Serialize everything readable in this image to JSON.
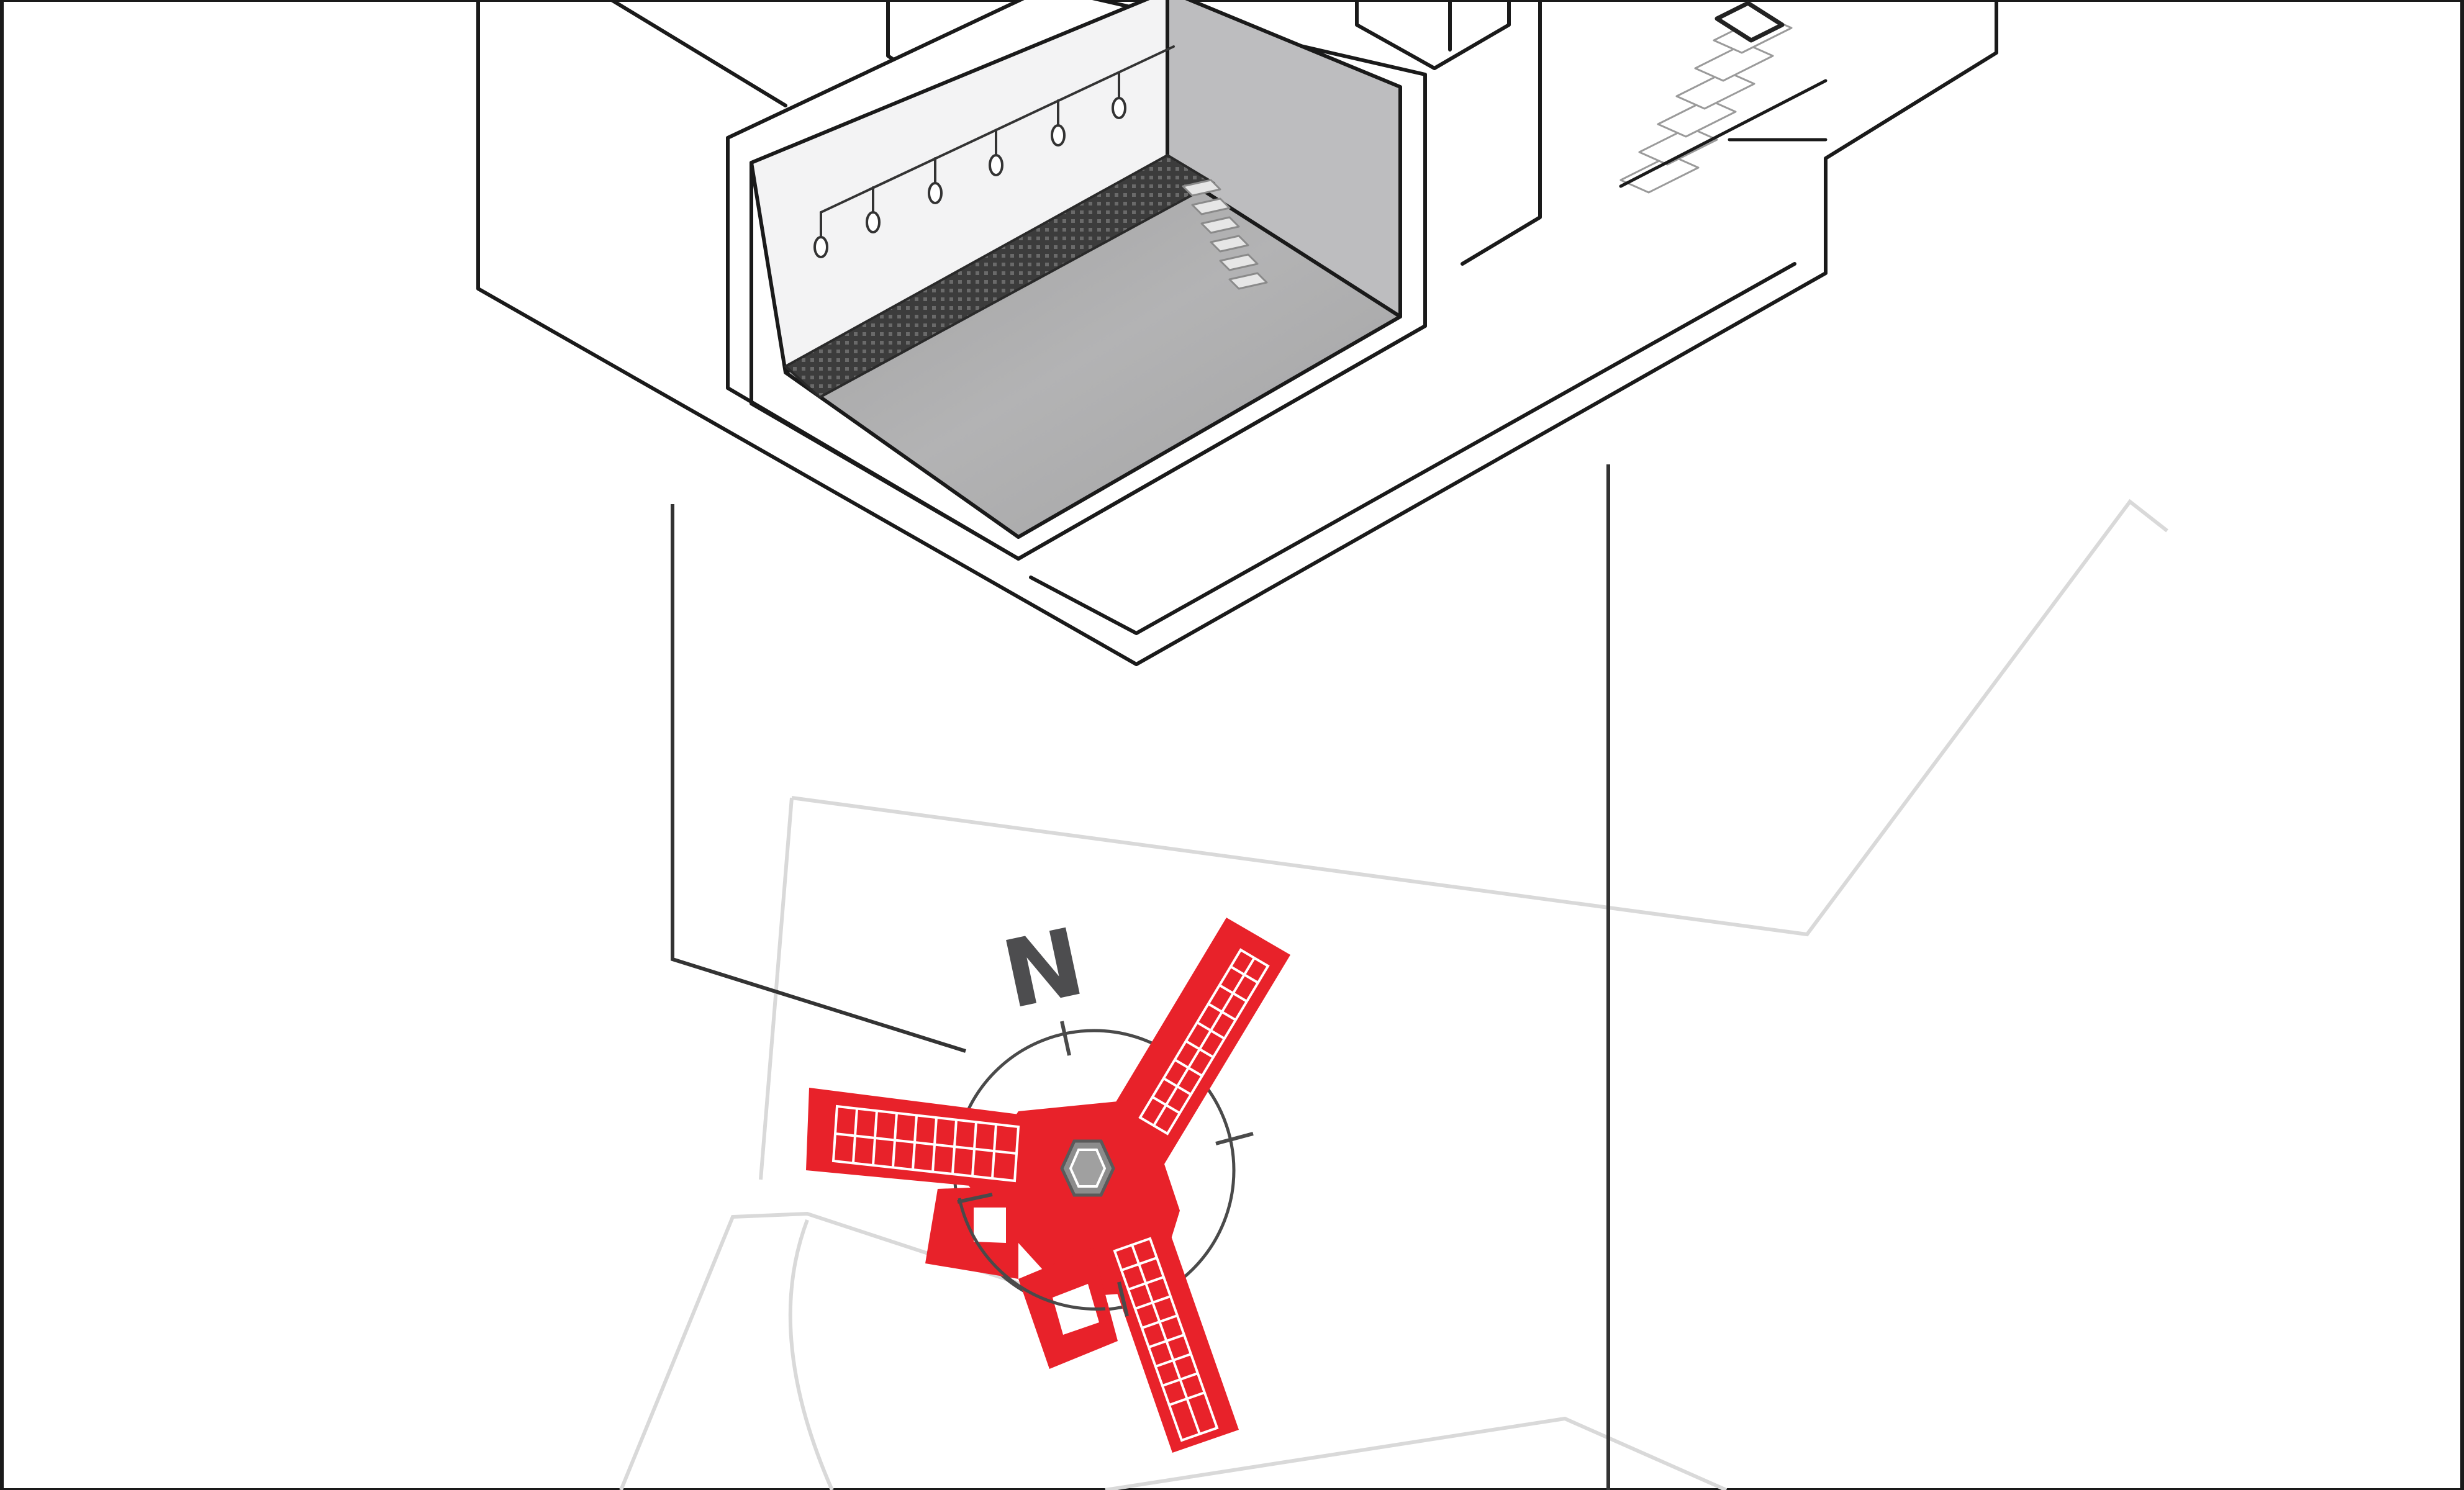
{
  "compass": {
    "north_label": "N"
  },
  "colors": {
    "background": "#ffffff",
    "ink": "#1a1a1a",
    "wall_light": "#f3f3f4",
    "wall_mid": "#bdbdbf",
    "floor": "#a9a9aa",
    "floor_dark": "#4a4a4a",
    "plan_red": "#e8222a",
    "site_outline": "#d9d9d9",
    "hex_fill": "#8c8c8c",
    "compass_text": "#4d4d4f"
  },
  "icons": {
    "compass": "north-arrow-compass",
    "hub": "hexagon-hub"
  }
}
